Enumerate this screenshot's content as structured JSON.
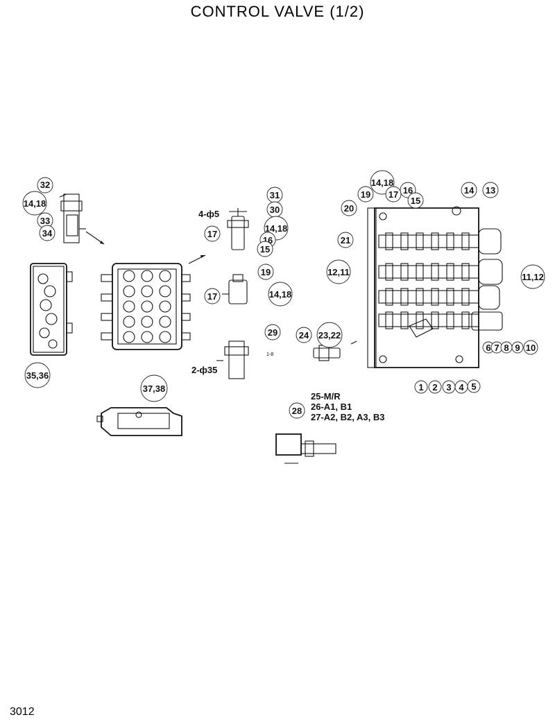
{
  "header": {
    "title": "CONTROL  VALVE  (1/2)"
  },
  "footer": {
    "page_number": "3012"
  },
  "callouts": [
    {
      "id": "c32",
      "text": "32"
    },
    {
      "id": "c1418a",
      "text": "14,18"
    },
    {
      "id": "c33",
      "text": "33"
    },
    {
      "id": "c34",
      "text": "34"
    },
    {
      "id": "c3536",
      "text": "35,36"
    },
    {
      "id": "c3738",
      "text": "37,38"
    },
    {
      "id": "c31",
      "text": "31"
    },
    {
      "id": "c30",
      "text": "30"
    },
    {
      "id": "c1418b",
      "text": "14,18"
    },
    {
      "id": "c17a",
      "text": "17"
    },
    {
      "id": "c16a",
      "text": "16"
    },
    {
      "id": "c15a",
      "text": "15"
    },
    {
      "id": "c19a",
      "text": "19"
    },
    {
      "id": "c17b",
      "text": "17"
    },
    {
      "id": "c1418c",
      "text": "14,18"
    },
    {
      "id": "c29",
      "text": "29"
    },
    {
      "id": "c24",
      "text": "24"
    },
    {
      "id": "c2322",
      "text": "23,22"
    },
    {
      "id": "c28",
      "text": "28"
    },
    {
      "id": "c1418d",
      "text": "14,18"
    },
    {
      "id": "c19b",
      "text": "19"
    },
    {
      "id": "c17c",
      "text": "17"
    },
    {
      "id": "c16b",
      "text": "16"
    },
    {
      "id": "c15b",
      "text": "15"
    },
    {
      "id": "c14",
      "text": "14"
    },
    {
      "id": "c13",
      "text": "13"
    },
    {
      "id": "c20",
      "text": "20"
    },
    {
      "id": "c21",
      "text": "21"
    },
    {
      "id": "c1211",
      "text": "12,11"
    },
    {
      "id": "c1112",
      "text": "11,12"
    },
    {
      "id": "c6",
      "text": "6"
    },
    {
      "id": "c7",
      "text": "7"
    },
    {
      "id": "c8",
      "text": "8"
    },
    {
      "id": "c9",
      "text": "9"
    },
    {
      "id": "c10",
      "text": "10"
    },
    {
      "id": "c1",
      "text": "1"
    },
    {
      "id": "c2",
      "text": "2"
    },
    {
      "id": "c3",
      "text": "3"
    },
    {
      "id": "c4",
      "text": "4"
    },
    {
      "id": "c5",
      "text": "5"
    }
  ],
  "labels": {
    "phi5": "4-ф5",
    "phi35": "2-ф35",
    "small_mark": "1-8",
    "m_r": "25-M/R",
    "a1b1": "26-A1,  B1",
    "a2b2": "27-A2,  B2,  A3,  B3"
  }
}
